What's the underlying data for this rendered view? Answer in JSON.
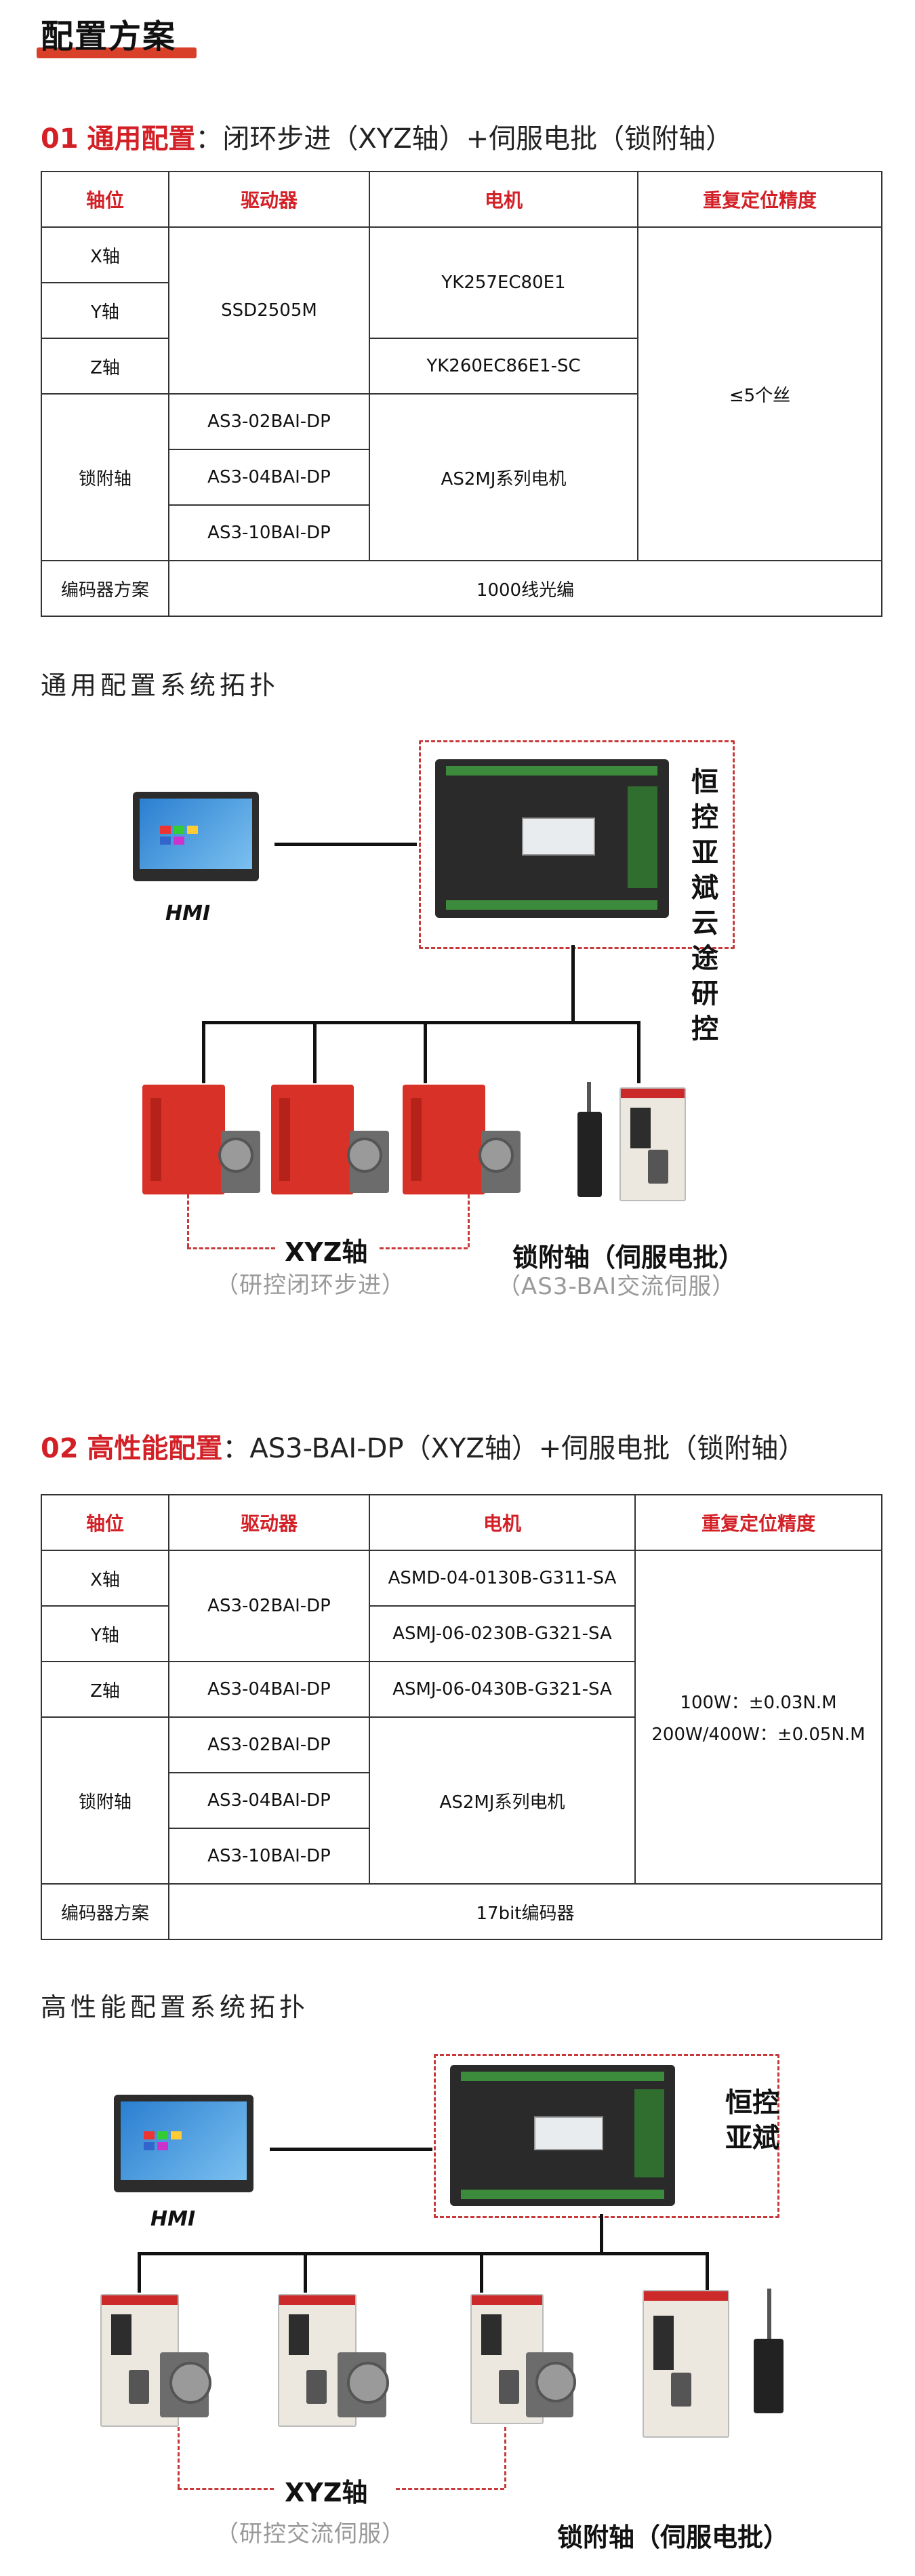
{
  "page_title": "配置方案",
  "sections": [
    {
      "num": "01",
      "name": "通用配置",
      "rest": "：闭环步进（XYZ轴）+伺服电批（锁附轴）",
      "table": {
        "headers": [
          "轴位",
          "驱动器",
          "电机",
          "重复定位精度"
        ],
        "axis_x": "X轴",
        "axis_y": "Y轴",
        "axis_z": "Z轴",
        "axis_lock": "锁附轴",
        "driver_xyz": "SSD2505M",
        "driver_lock": [
          "AS3-02BAI-DP",
          "AS3-04BAI-DP",
          "AS3-10BAI-DP"
        ],
        "motor_xy": "YK257EC80E1",
        "motor_z": "YK260EC86E1-SC",
        "motor_lock": "AS2MJ系列电机",
        "precision": "≤5个丝",
        "encoder_label": "编码器方案",
        "encoder_value": "1000线光编"
      },
      "topology": {
        "title": "通用配置系统拓扑",
        "hmi_label": "HMI",
        "vendors": [
          "恒控",
          "亚斌",
          "云途",
          "研控"
        ],
        "group_xyz_label": "XYZ轴",
        "group_xyz_sub": "（研控闭环步进）",
        "group_lock_label": "锁附轴（伺服电批）",
        "group_lock_sub": "（AS3-BAI交流伺服）"
      }
    },
    {
      "num": "02",
      "name": "高性能配置",
      "rest": "：AS3-BAI-DP（XYZ轴）+伺服电批（锁附轴）",
      "table": {
        "headers": [
          "轴位",
          "驱动器",
          "电机",
          "重复定位精度"
        ],
        "axis_x": "X轴",
        "axis_y": "Y轴",
        "axis_z": "Z轴",
        "axis_lock": "锁附轴",
        "driver_xy": "AS3-02BAI-DP",
        "driver_z": "AS3-04BAI-DP",
        "driver_lock": [
          "AS3-02BAI-DP",
          "AS3-04BAI-DP",
          "AS3-10BAI-DP"
        ],
        "motor_x": "ASMD-04-0130B-G311-SA",
        "motor_y": "ASMJ-06-0230B-G321-SA",
        "motor_z": "ASMJ-06-0430B-G321-SA",
        "motor_lock": "AS2MJ系列电机",
        "precision_line1": "100W：±0.03N.M",
        "precision_line2": "200W/400W：±0.05N.M",
        "encoder_label": "编码器方案",
        "encoder_value": "17bit编码器"
      },
      "topology": {
        "title": "高性能配置系统拓扑",
        "hmi_label": "HMI",
        "vendors": [
          "恒控",
          "亚斌"
        ],
        "group_xyz_label": "XYZ轴",
        "group_xyz_sub": "（研控交流伺服）",
        "group_lock_label": "锁附轴（伺服电批）"
      }
    }
  ],
  "colors": {
    "accent_red": "#d32027",
    "dash_red": "#c83a3a",
    "stepper_red": "#d83228"
  }
}
